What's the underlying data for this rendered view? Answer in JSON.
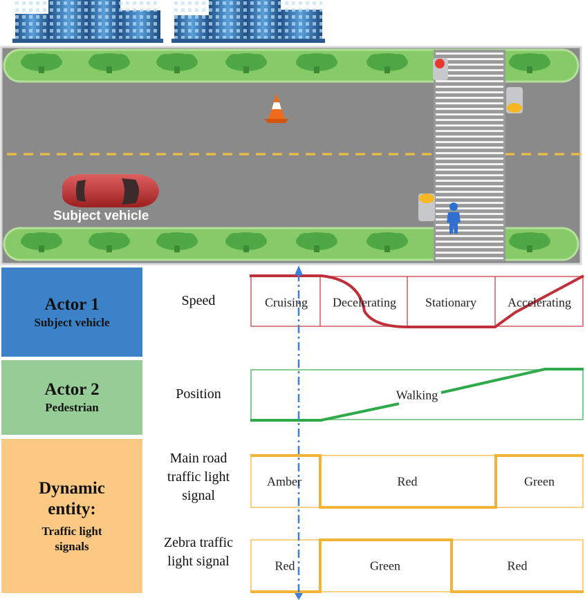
{
  "scene": {
    "vehicle_label": "Subject vehicle"
  },
  "actors": [
    {
      "title": "Actor 1",
      "subtitle": "Subject vehicle",
      "color": "#3b82c9"
    },
    {
      "title": "Actor 2",
      "subtitle": "Pedestrian",
      "color": "#96cc96"
    },
    {
      "title": "Dynamic entity:",
      "subtitle": "Traffic light signals",
      "color": "#fbc983"
    }
  ],
  "timeline": {
    "rows": [
      {
        "label": "Speed",
        "color": "#c0303a",
        "segments": [
          "Cruising",
          "Decelerating",
          "Stationary",
          "Accelerating"
        ]
      },
      {
        "label": "Position",
        "color": "#2eaa4a",
        "segments": [
          "Walking"
        ]
      },
      {
        "label": "Main road traffic light signal",
        "color": "#f5b335",
        "segments": [
          "Amber",
          "Red",
          "Green"
        ]
      },
      {
        "label": "Zebra traffic light signal",
        "color": "#f5b335",
        "segments": [
          "Red",
          "Green",
          "Red"
        ]
      }
    ]
  },
  "colors": {
    "road": "#8a8a8a",
    "sidewalk": "#86cb68",
    "tree": "#4fa845",
    "lane_dash": "#f2c040",
    "car": "#c94040",
    "pedestrian": "#2f6fd0",
    "cone": "#f06a1c",
    "time_marker": "#3c7fd8"
  }
}
